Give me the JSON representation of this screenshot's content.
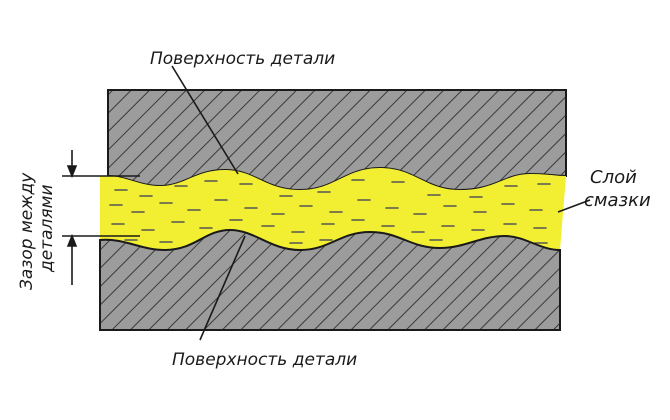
{
  "labels": {
    "surface_top": "Поверхность детали",
    "surface_bottom": "Поверхность детали",
    "lubricant_line1": "Слой",
    "lubricant_line2": "смазки",
    "gap_line1": "Зазор между",
    "gap_line2": "деталями"
  },
  "colors": {
    "part_fill": "#9c9c9c",
    "hatch": "#3a3a3a",
    "lubricant": "#f2ef32",
    "outline": "#1a1a1a"
  }
}
